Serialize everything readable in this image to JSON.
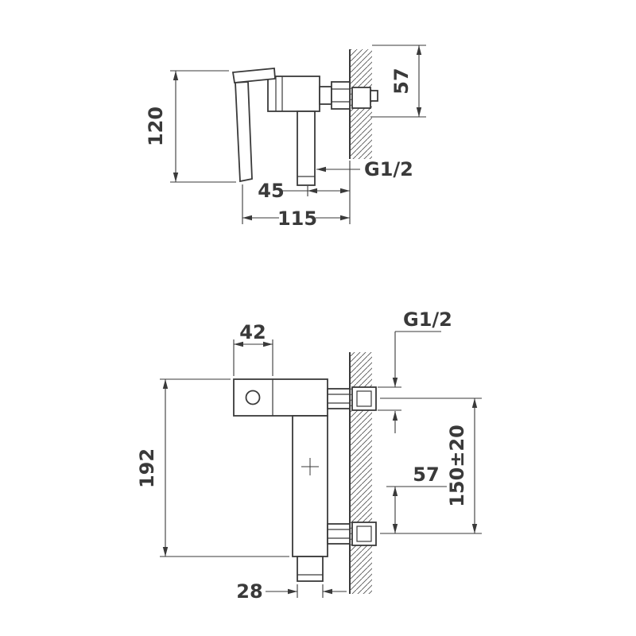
{
  "colors": {
    "line": "#3a3a3a",
    "background": "#ffffff",
    "hatch": "#555555"
  },
  "drawing": {
    "side_view": {
      "dims": {
        "handle_height": "120",
        "wall_offset": "57",
        "outlet_thread": "G1/2",
        "outlet_to_wall": "45",
        "projection": "115"
      }
    },
    "front_view": {
      "dims": {
        "handle_width": "42",
        "inlet_thread": "G1/2",
        "body_height": "192",
        "inlet_spacing": "150±20",
        "inlet_to_outlet": "57",
        "outlet_width": "28"
      }
    }
  }
}
